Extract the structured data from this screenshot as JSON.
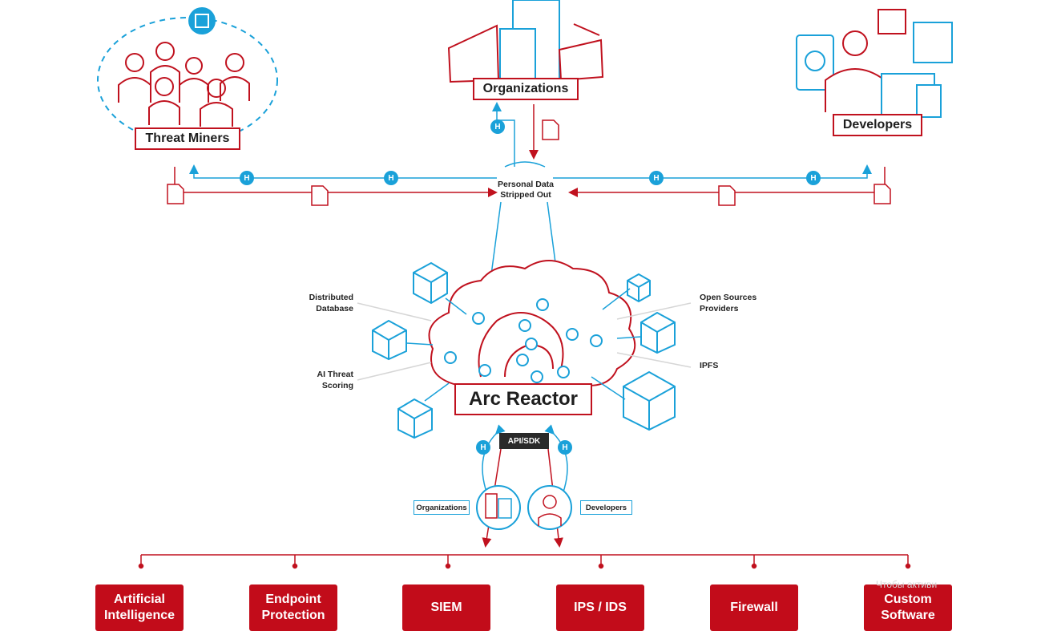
{
  "nodes": {
    "threat_miners": "Threat Miners",
    "organizations": "Organizations",
    "developers": "Developers",
    "personal_data": [
      "Personal Data",
      "Stripped Out"
    ],
    "arc_reactor": "Arc Reactor",
    "api_sdk": "API/SDK",
    "organizations_small": "Organizations",
    "developers_small": "Developers"
  },
  "side_labels": {
    "distributed_database": [
      "Distributed",
      "Database"
    ],
    "ai_threat_scoring": [
      "AI Threat",
      "Scoring"
    ],
    "open_sources": [
      "Open Sources",
      "Providers"
    ],
    "ipfs": "IPFS"
  },
  "hash_badge": "H",
  "outputs": [
    [
      "Artificial",
      "Intelligence"
    ],
    [
      "Endpoint",
      "Protection"
    ],
    [
      "SIEM"
    ],
    [
      "IPS / IDS"
    ],
    [
      "Firewall"
    ],
    [
      "Custom",
      "Software"
    ]
  ],
  "watermark": "Чтобы активи",
  "colors": {
    "red": "#c0111e",
    "blue": "#1aa1d9",
    "dark": "#2a2a2a"
  }
}
